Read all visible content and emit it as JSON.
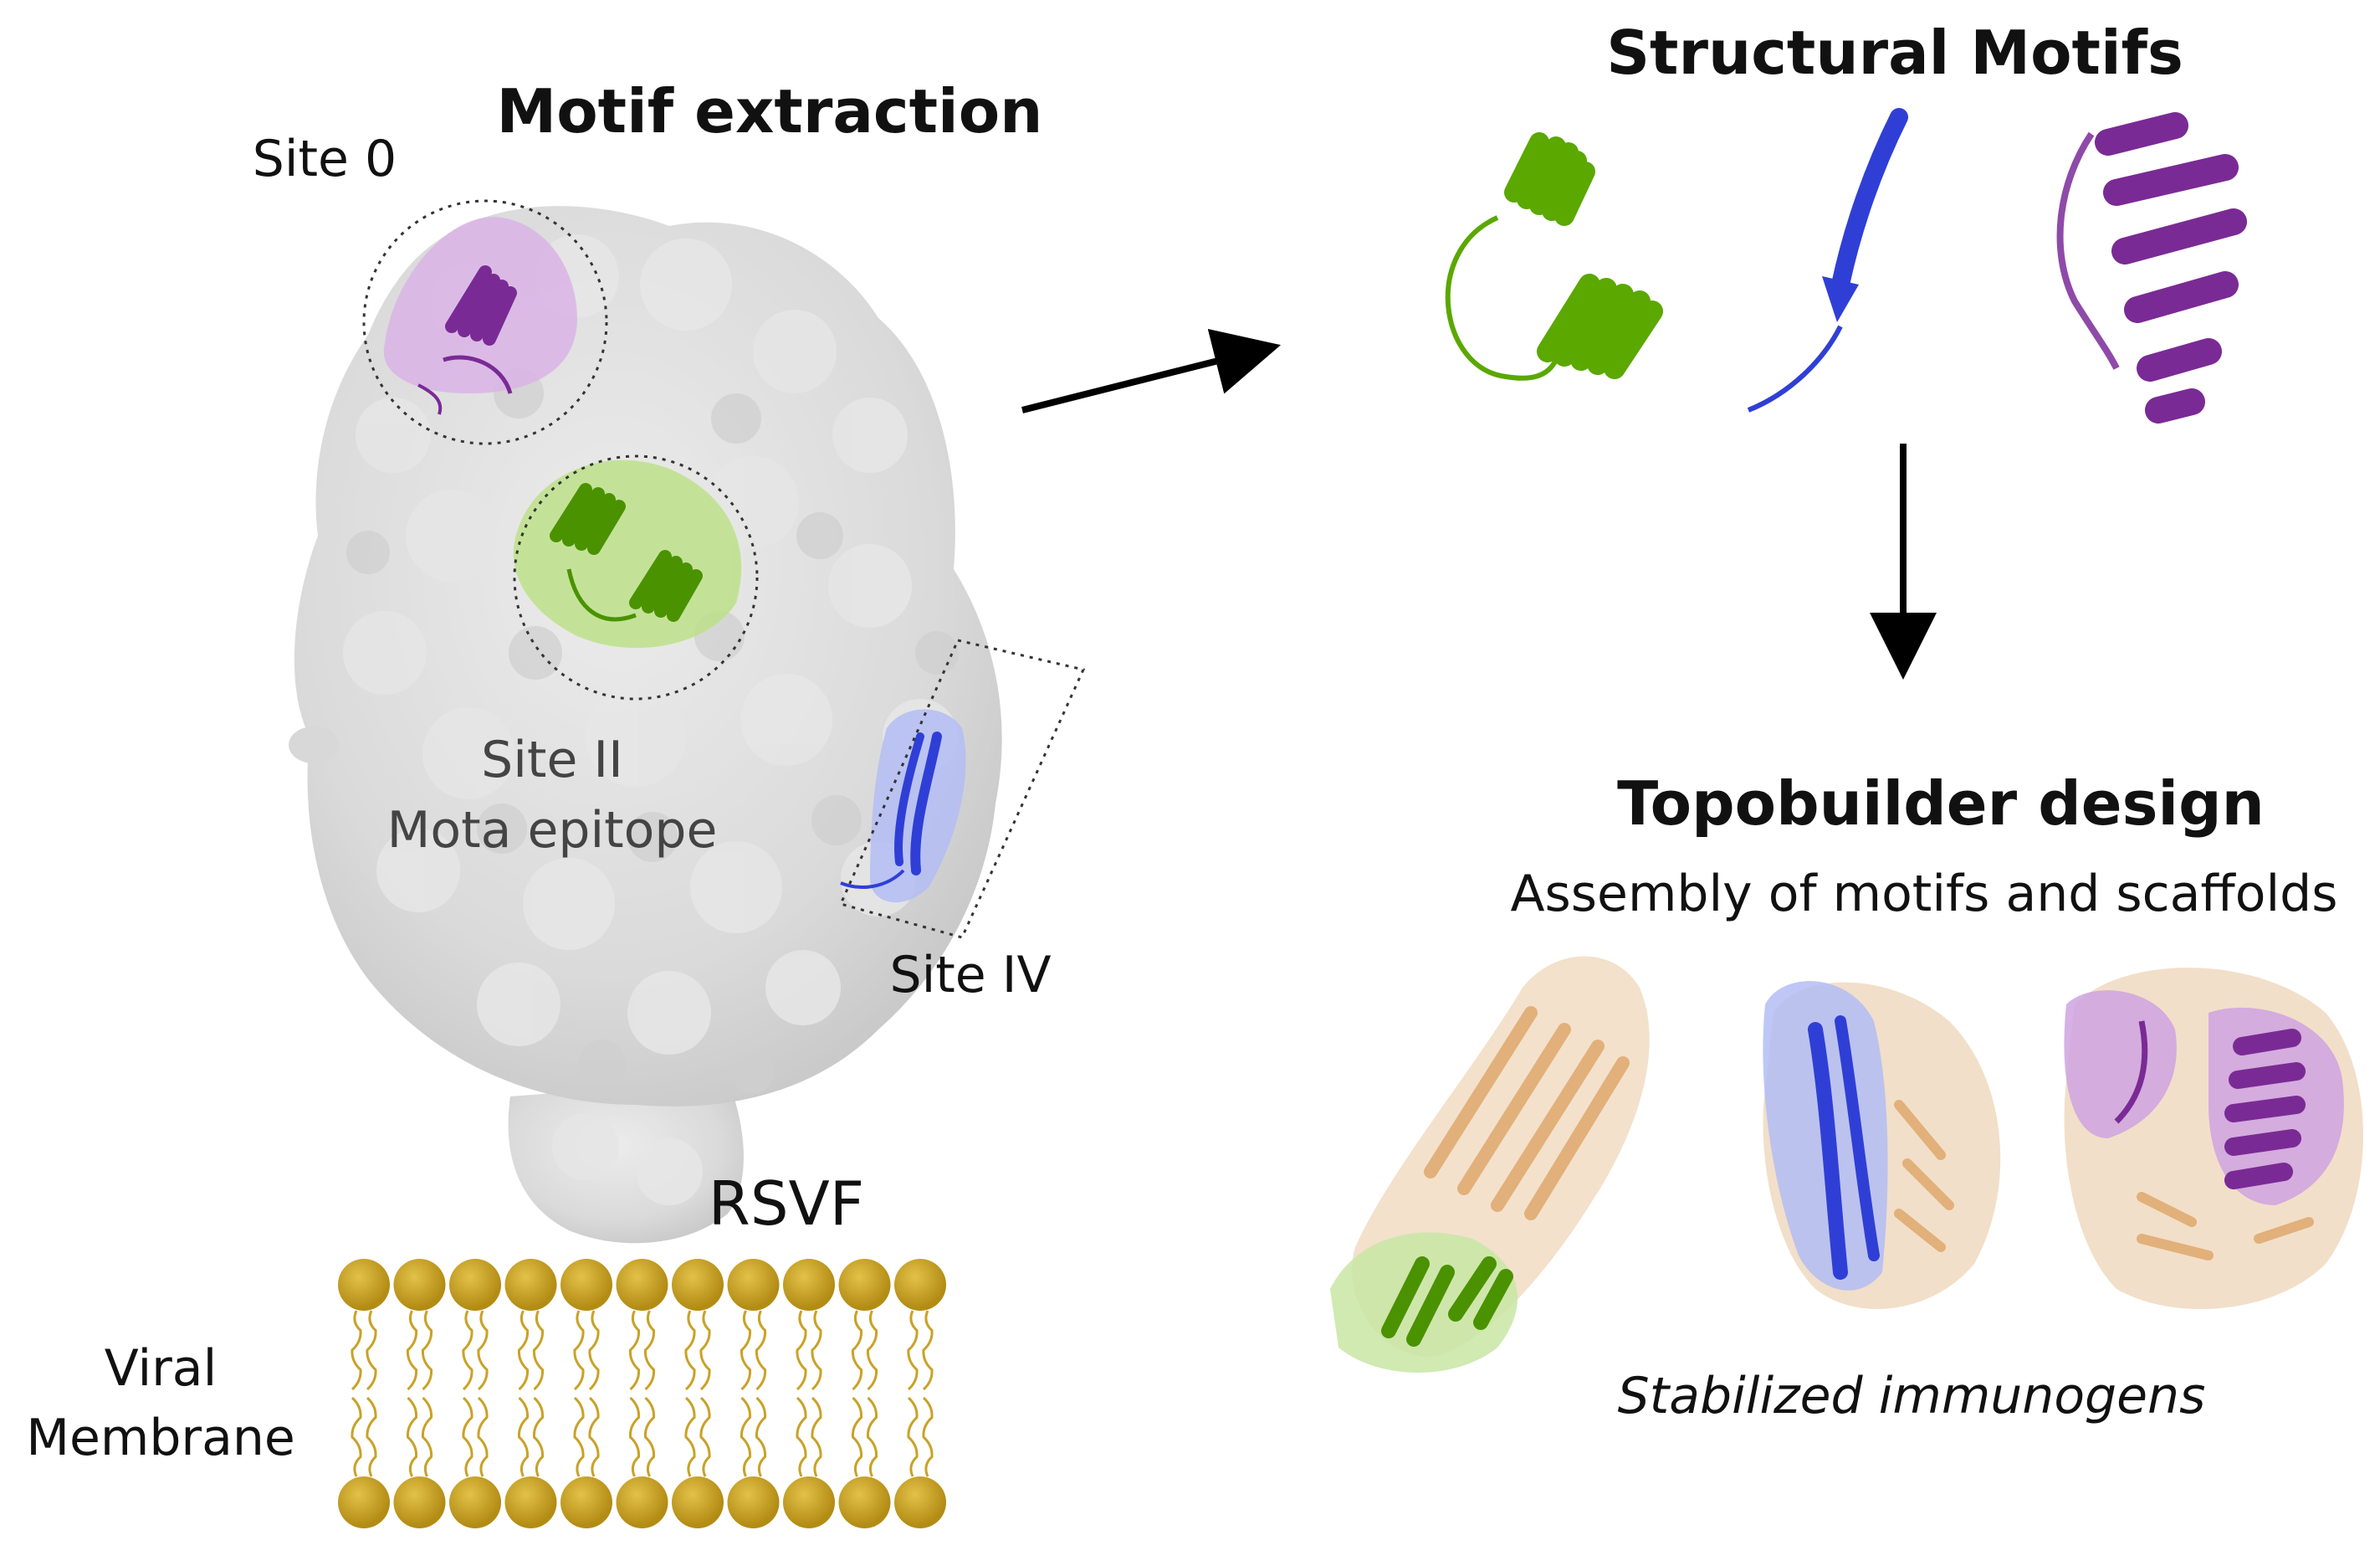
{
  "headings": {
    "motif_extraction": "Motif extraction",
    "structural_motifs": "Structural Motifs",
    "topobuilder_design": "Topobuilder design"
  },
  "labels": {
    "site_0": "Site 0",
    "site_ii": "Site II",
    "mota_epitope": "Mota epitope",
    "site_iv": "Site IV",
    "rsvf": "RSVF",
    "viral": "Viral",
    "membrane": "Membrane",
    "assembly": "Assembly of motifs and scaffolds",
    "stabilized": "Stabilized immunogens"
  },
  "colors": {
    "protein_surface": "#dcdcdc",
    "motif_green": "#5aa800",
    "motif_blue": "#2f3fd6",
    "motif_purple": "#7a2a95",
    "scaffold_tan": "#e8c9a2",
    "lipid_gold": "#c9a227"
  },
  "icons": [
    "rsvf-protein-surface",
    "site-0-helix-motif",
    "site-ii-helix-motif",
    "site-iv-strand-motif",
    "lipid-bilayer",
    "green-helix-motif",
    "blue-strand-motif",
    "purple-helix-motif",
    "designed-immunogen-green",
    "designed-immunogen-blue",
    "designed-immunogen-purple"
  ]
}
